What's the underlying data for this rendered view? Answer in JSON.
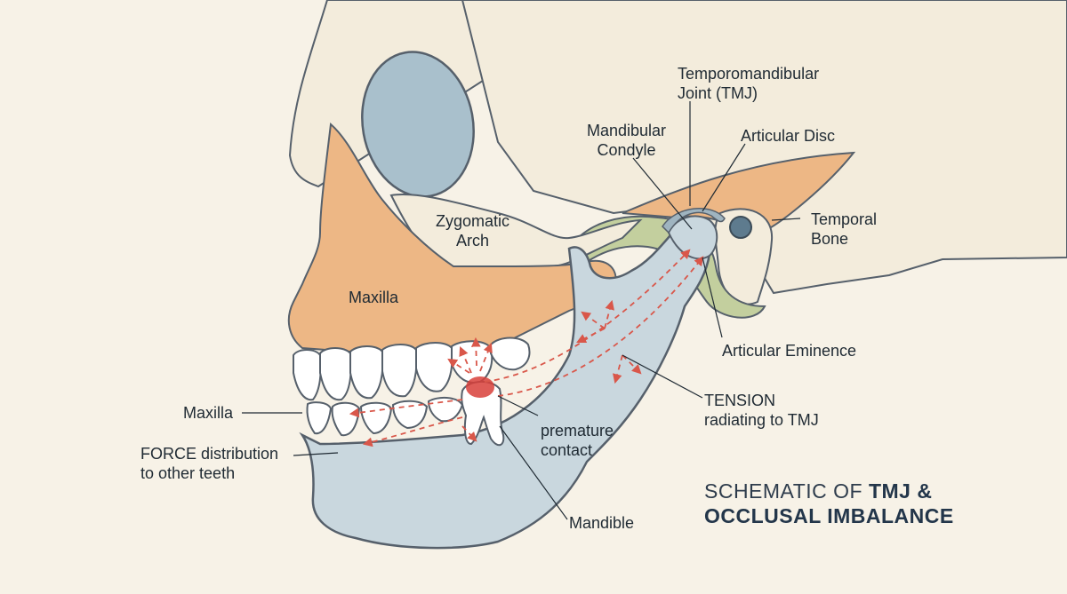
{
  "labels": {
    "tmj": [
      "Temporomandibular",
      "Joint (TMJ)"
    ],
    "condyle": [
      "Mandibular",
      "Condyle"
    ],
    "disc": "Articular Disc",
    "zygomatic": [
      "Zygomatic",
      "Arch"
    ],
    "temporal": [
      "Temporal",
      "Bone"
    ],
    "maxilla_center": "Maxilla",
    "eminence": "Articular Eminence",
    "maxilla_left": "Maxilla",
    "tension": [
      "TENSION",
      "radiating to TMJ"
    ],
    "premature": [
      "premature",
      "contact"
    ],
    "force": [
      "FORCE distribution",
      "to other teeth"
    ],
    "mandible": "Mandible"
  },
  "title": {
    "line1_normal": "SCHEMATIC OF ",
    "line1_bold": "TMJ &",
    "line2_bold": "OCCLUSAL IMBALANCE"
  },
  "colors": {
    "background": "#f7f2e7",
    "skull": "#f3ecdc",
    "maxilla_bone": "#edb785",
    "mandible_bone": "#c9d7de",
    "orbit": "#a9c0cc",
    "soft_tissue": "#c3cf9e",
    "force_arrows": "#d9574a",
    "contact": "#d8403a"
  }
}
